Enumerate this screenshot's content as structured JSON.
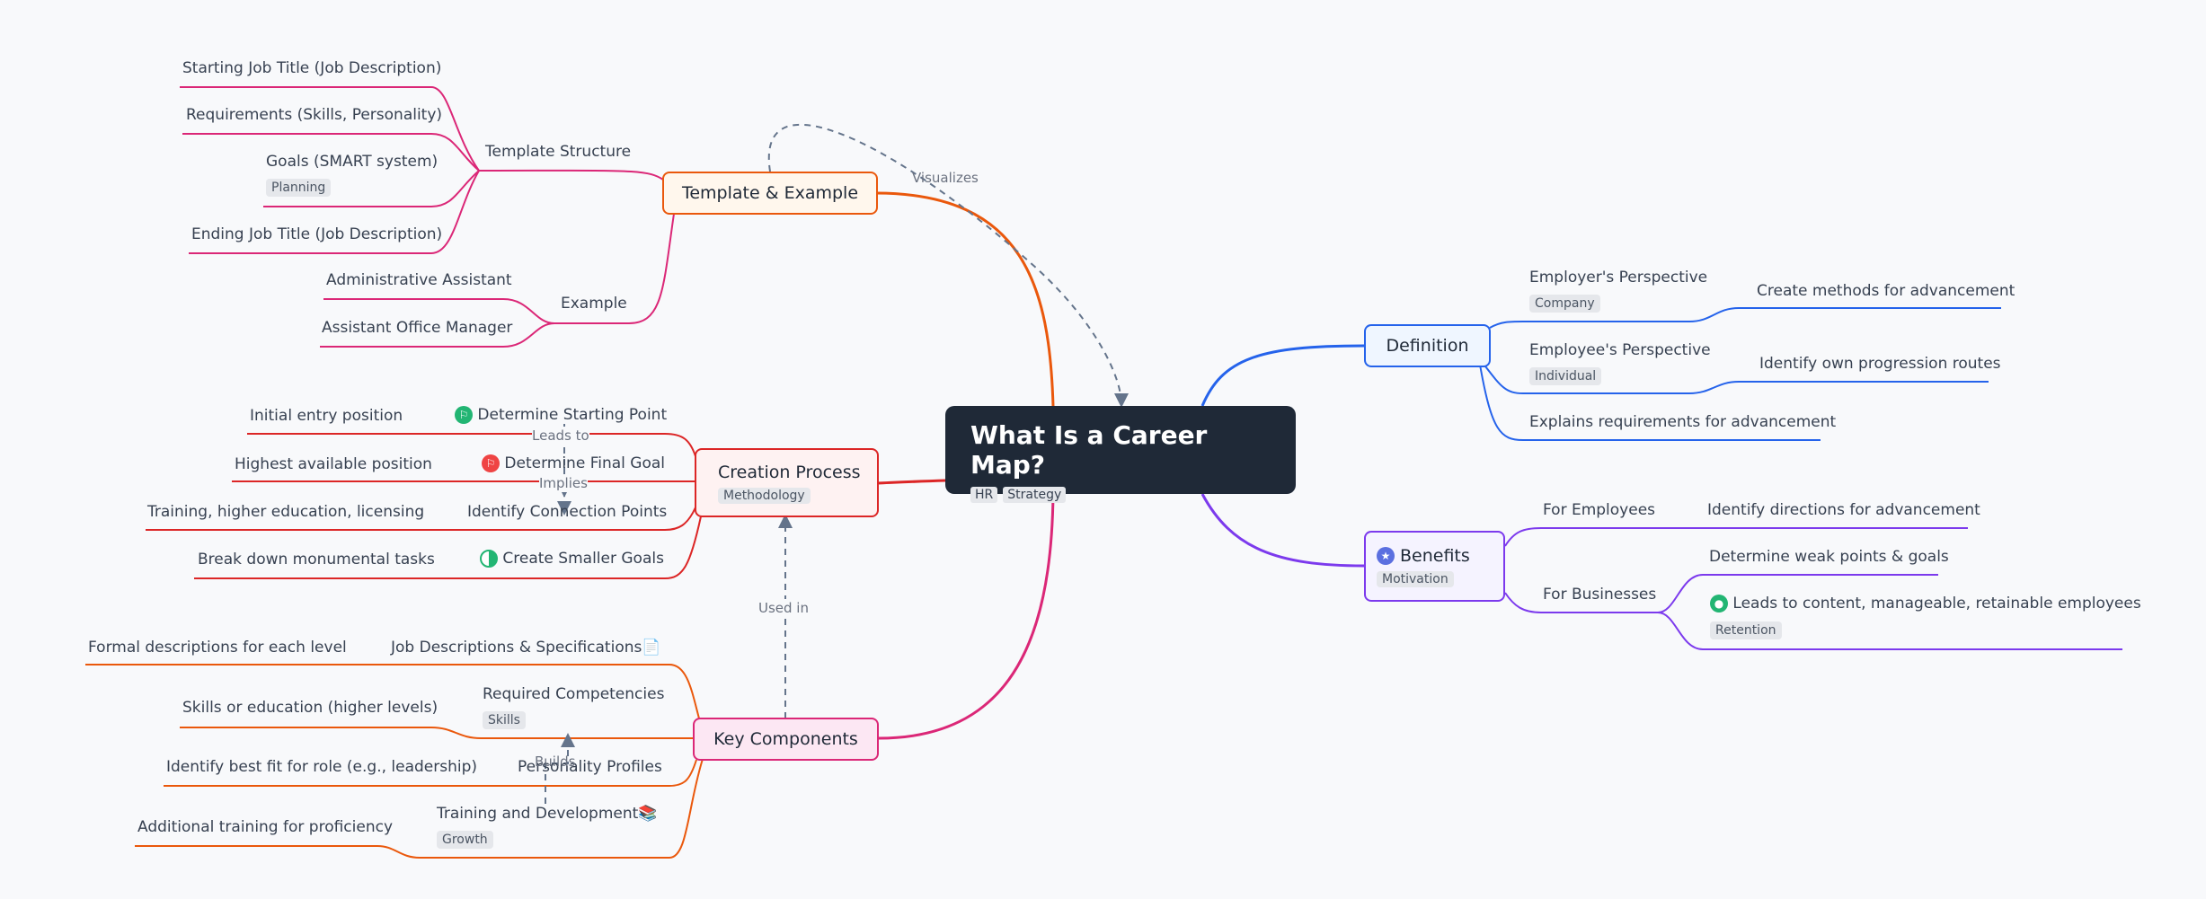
{
  "root": {
    "title": "What Is a Career Map?",
    "tags": [
      "HR",
      "Strategy"
    ]
  },
  "branches": {
    "template": {
      "title": "Template & Example"
    },
    "creation": {
      "title": "Creation Process",
      "tag": "Methodology"
    },
    "components": {
      "title": "Key Components"
    },
    "definition": {
      "title": "Definition"
    },
    "benefits": {
      "title": "Benefits",
      "tag": "Motivation",
      "icon": "star-icon"
    }
  },
  "template_structure": {
    "label": "Template Structure",
    "items": [
      "Starting Job Title (Job Description)",
      "Requirements (Skills, Personality)",
      "Goals (SMART system)",
      "Ending Job Title (Job Description)"
    ],
    "goals_tag": "Planning"
  },
  "example": {
    "label": "Example",
    "items": [
      "Administrative Assistant",
      "Assistant Office Manager"
    ]
  },
  "creation_steps": [
    {
      "label": "Determine Starting Point",
      "leaf": "Initial entry position",
      "icon": "flag-icon"
    },
    {
      "label": "Determine Final Goal",
      "leaf": "Highest available position",
      "icon": "flag-icon"
    },
    {
      "label": "Identify Connection Points",
      "leaf": "Training, higher education, licensing",
      "icon": ""
    },
    {
      "label": "Create Smaller Goals",
      "leaf": "Break down monumental tasks",
      "icon": "half-circle-icon"
    }
  ],
  "components": [
    {
      "label": "Job Descriptions & Specifications📄",
      "leaf": "Formal descriptions for each level"
    },
    {
      "label": "Required Competencies",
      "tag": "Skills",
      "leaf": "Skills or education (higher levels)"
    },
    {
      "label": "Personality Profiles",
      "leaf": "Identify best fit for role (e.g., leadership)"
    },
    {
      "label": "Training and Development📚",
      "tag": "Growth",
      "leaf": "Additional training for proficiency"
    }
  ],
  "definition": {
    "employer": {
      "label": "Employer's Perspective",
      "tag": "Company",
      "leaf": "Create methods for advancement"
    },
    "employee": {
      "label": "Employee's Perspective",
      "tag": "Individual",
      "leaf": "Identify own progression routes"
    },
    "explains": "Explains requirements for advancement"
  },
  "benefits": {
    "employees": {
      "label": "For Employees",
      "leaf": "Identify directions for advancement"
    },
    "businesses": {
      "label": "For Businesses",
      "leaves": [
        "Determine weak points & goals",
        "Leads to content, manageable, retainable employees"
      ],
      "tag": "Retention"
    }
  },
  "relations": {
    "visualizes": "Visualizes",
    "used_in": "Used in",
    "leads_to": "Leads to",
    "implies": "Implies",
    "builds": "Builds"
  },
  "colors": {
    "template": "#ea580c",
    "template_sub": "#db2777",
    "creation": "#dc2626",
    "components": "#db2777",
    "components_sub": "#ea580c",
    "definition": "#2563eb",
    "benefits": "#7c3aed",
    "relation": "#64748b",
    "root": "#1f2937"
  }
}
